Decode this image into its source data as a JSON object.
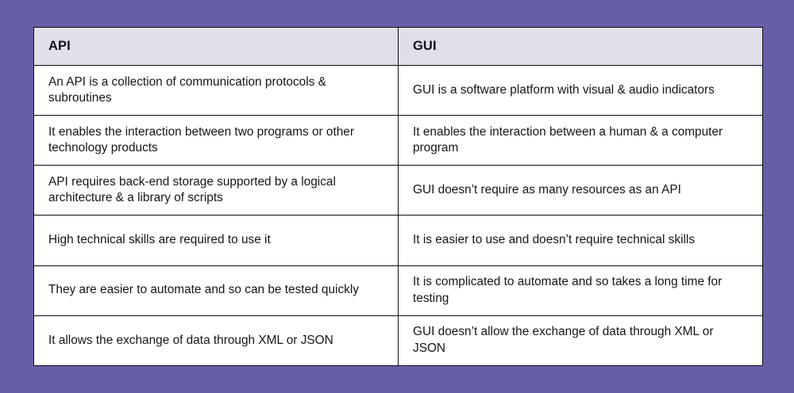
{
  "page": {
    "background_color": "#665fa8",
    "table_border_color": "#0d0d12",
    "header_fill_color": "#e0e0eb",
    "cell_fill_color": "#ffffff",
    "text_color": "#15151c"
  },
  "table": {
    "headers": [
      "API",
      "GUI"
    ],
    "rows": [
      {
        "api": "An API is a collection of communication protocols & subroutines",
        "gui": "GUI is a software platform with visual & audio indicators"
      },
      {
        "api": "It enables the interaction between two programs or other technology products",
        "gui": "It enables the interaction between a human & a computer program"
      },
      {
        "api": "API requires back-end storage supported by a logical architecture & a library of scripts",
        "gui": "GUI doesn’t require as many resources as an API"
      },
      {
        "api": "High technical skills are required to use it",
        "gui": "It is easier to use and doesn’t require technical skills"
      },
      {
        "api": "They are easier to automate and so can be tested quickly",
        "gui": "It is complicated to automate and so takes a long time for testing"
      },
      {
        "api": "It allows the exchange of data through XML or JSON",
        "gui": "GUI doesn’t allow the exchange of data through XML or JSON"
      }
    ]
  }
}
